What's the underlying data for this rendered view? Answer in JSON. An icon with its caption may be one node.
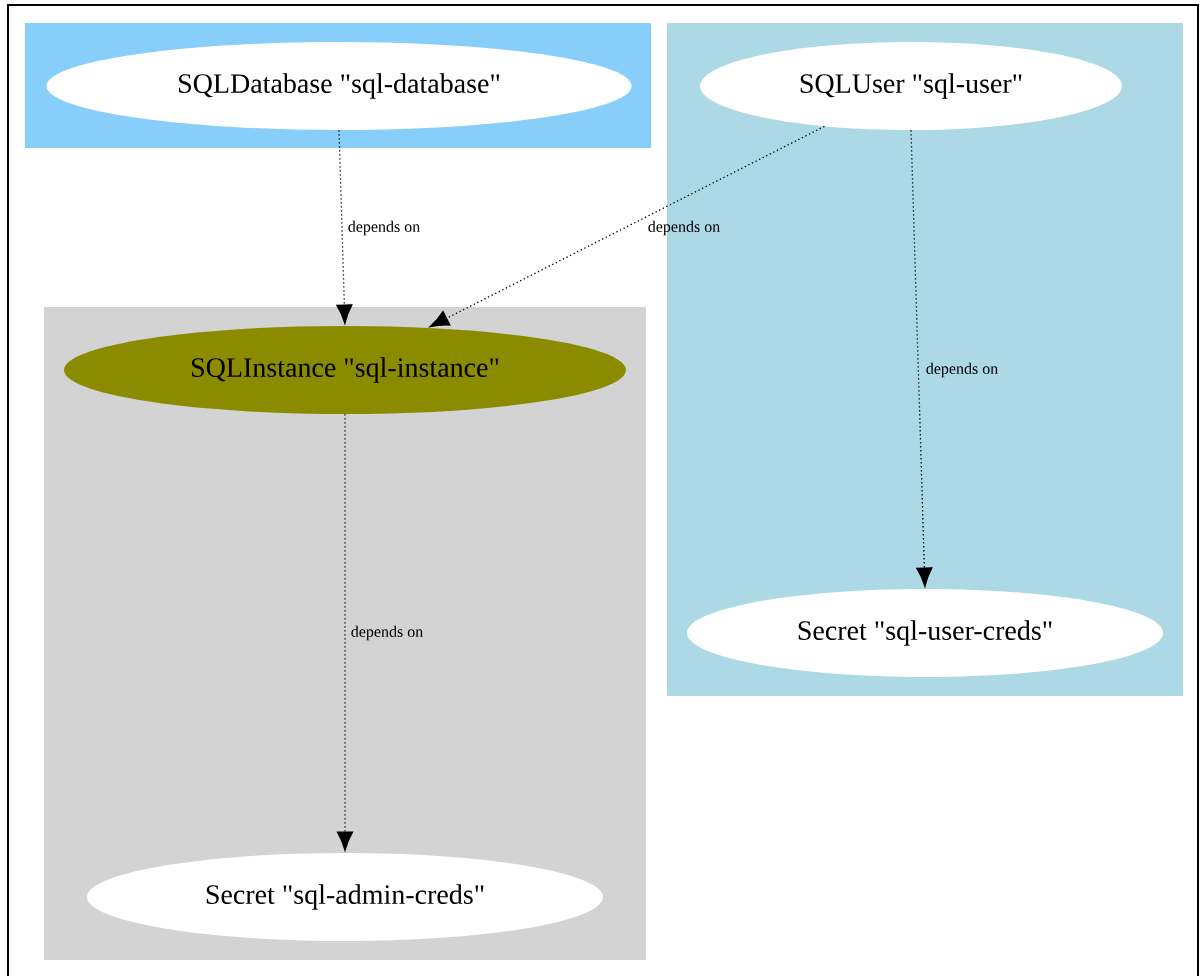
{
  "diagram": {
    "nodes": [
      {
        "text": [],
        "shape": "box"
      },
      {
        "text": [
          "SQLDatabase \"sql-database\""
        ],
        "in": 0
      },
      {
        "text": [],
        "shape": "box"
      },
      {
        "text": [
          "SQLUser \"sql-user\""
        ],
        "in": 2
      },
      {
        "text": [
          "Secret \"sql-user-creds\""
        ],
        "in": 2
      },
      {
        "text": [],
        "shape": "box"
      },
      {
        "text": [
          "SQLInstance \"sql-instance\""
        ],
        "in": 5
      },
      {
        "text": [
          "Secret \"sql-admin-creds\""
        ],
        "in": 5
      }
    ],
    "edges": [
      {
        "from": 1,
        "to": 6,
        "arrow": "to",
        "label": "depends on"
      },
      {
        "from": 3,
        "to": 6,
        "arrow": "to",
        "label": "depends on"
      },
      {
        "from": 3,
        "to": 4,
        "arrow": "to",
        "label": "depends on"
      },
      {
        "from": 6,
        "to": 7,
        "arrow": "to",
        "label": "depends on"
      }
    ]
  }
}
